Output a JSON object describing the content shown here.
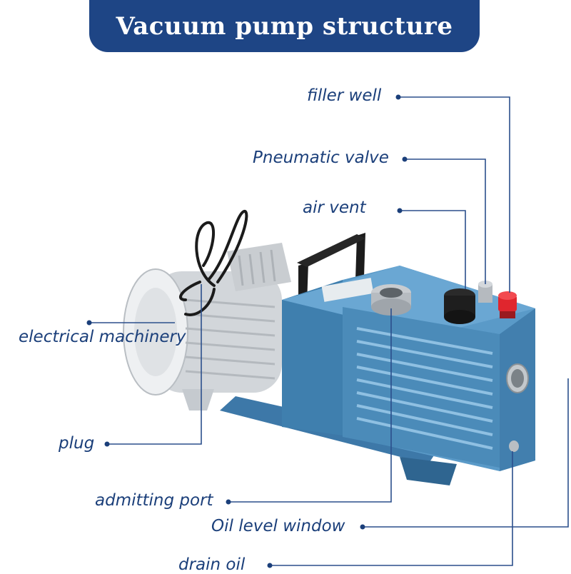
{
  "header": {
    "title": "Vacuum pump structure"
  },
  "labels": {
    "filler_well": "filler well",
    "pneumatic_valve": "Pneumatic valve",
    "air_vent": "air vent",
    "electrical_machinery": "electrical machinery",
    "plug": "plug",
    "admitting_port": "admitting port",
    "oil_level_window": "Oil level window",
    "drain_oil": "drain oil"
  },
  "colors": {
    "banner": "#1e4585",
    "label_text": "#1b3f7a",
    "leader_line": "#2b4f8c",
    "pump_body": "#4f8fbd",
    "motor": "#d9dcdf",
    "valve_cap": "#e0262e"
  }
}
